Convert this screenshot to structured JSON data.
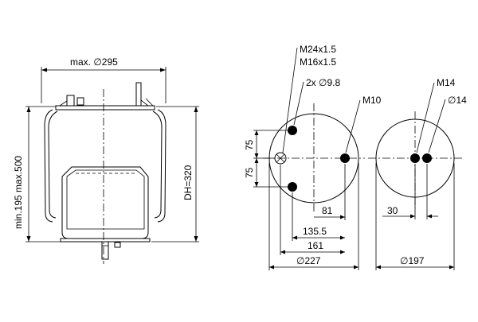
{
  "side_view": {
    "width_label": "max. ∅295",
    "stroke_label": "min.195 max.500",
    "design_height_label": "DH=320"
  },
  "top_plate_view": {
    "thread_label_1": "M24x1.5",
    "thread_label_2": "M16x1.5",
    "holes_label": "2x  ∅9.8",
    "bolt_label": "M10",
    "offset_upper": "75",
    "offset_lower": "75",
    "dim_81": "81",
    "dim_135": "135.5",
    "dim_161": "161",
    "diameter_label": "∅227"
  },
  "piston_view": {
    "bolt_label": "M14",
    "hole_label": "∅14",
    "spacing_label": "30",
    "diameter_label": "∅197"
  }
}
